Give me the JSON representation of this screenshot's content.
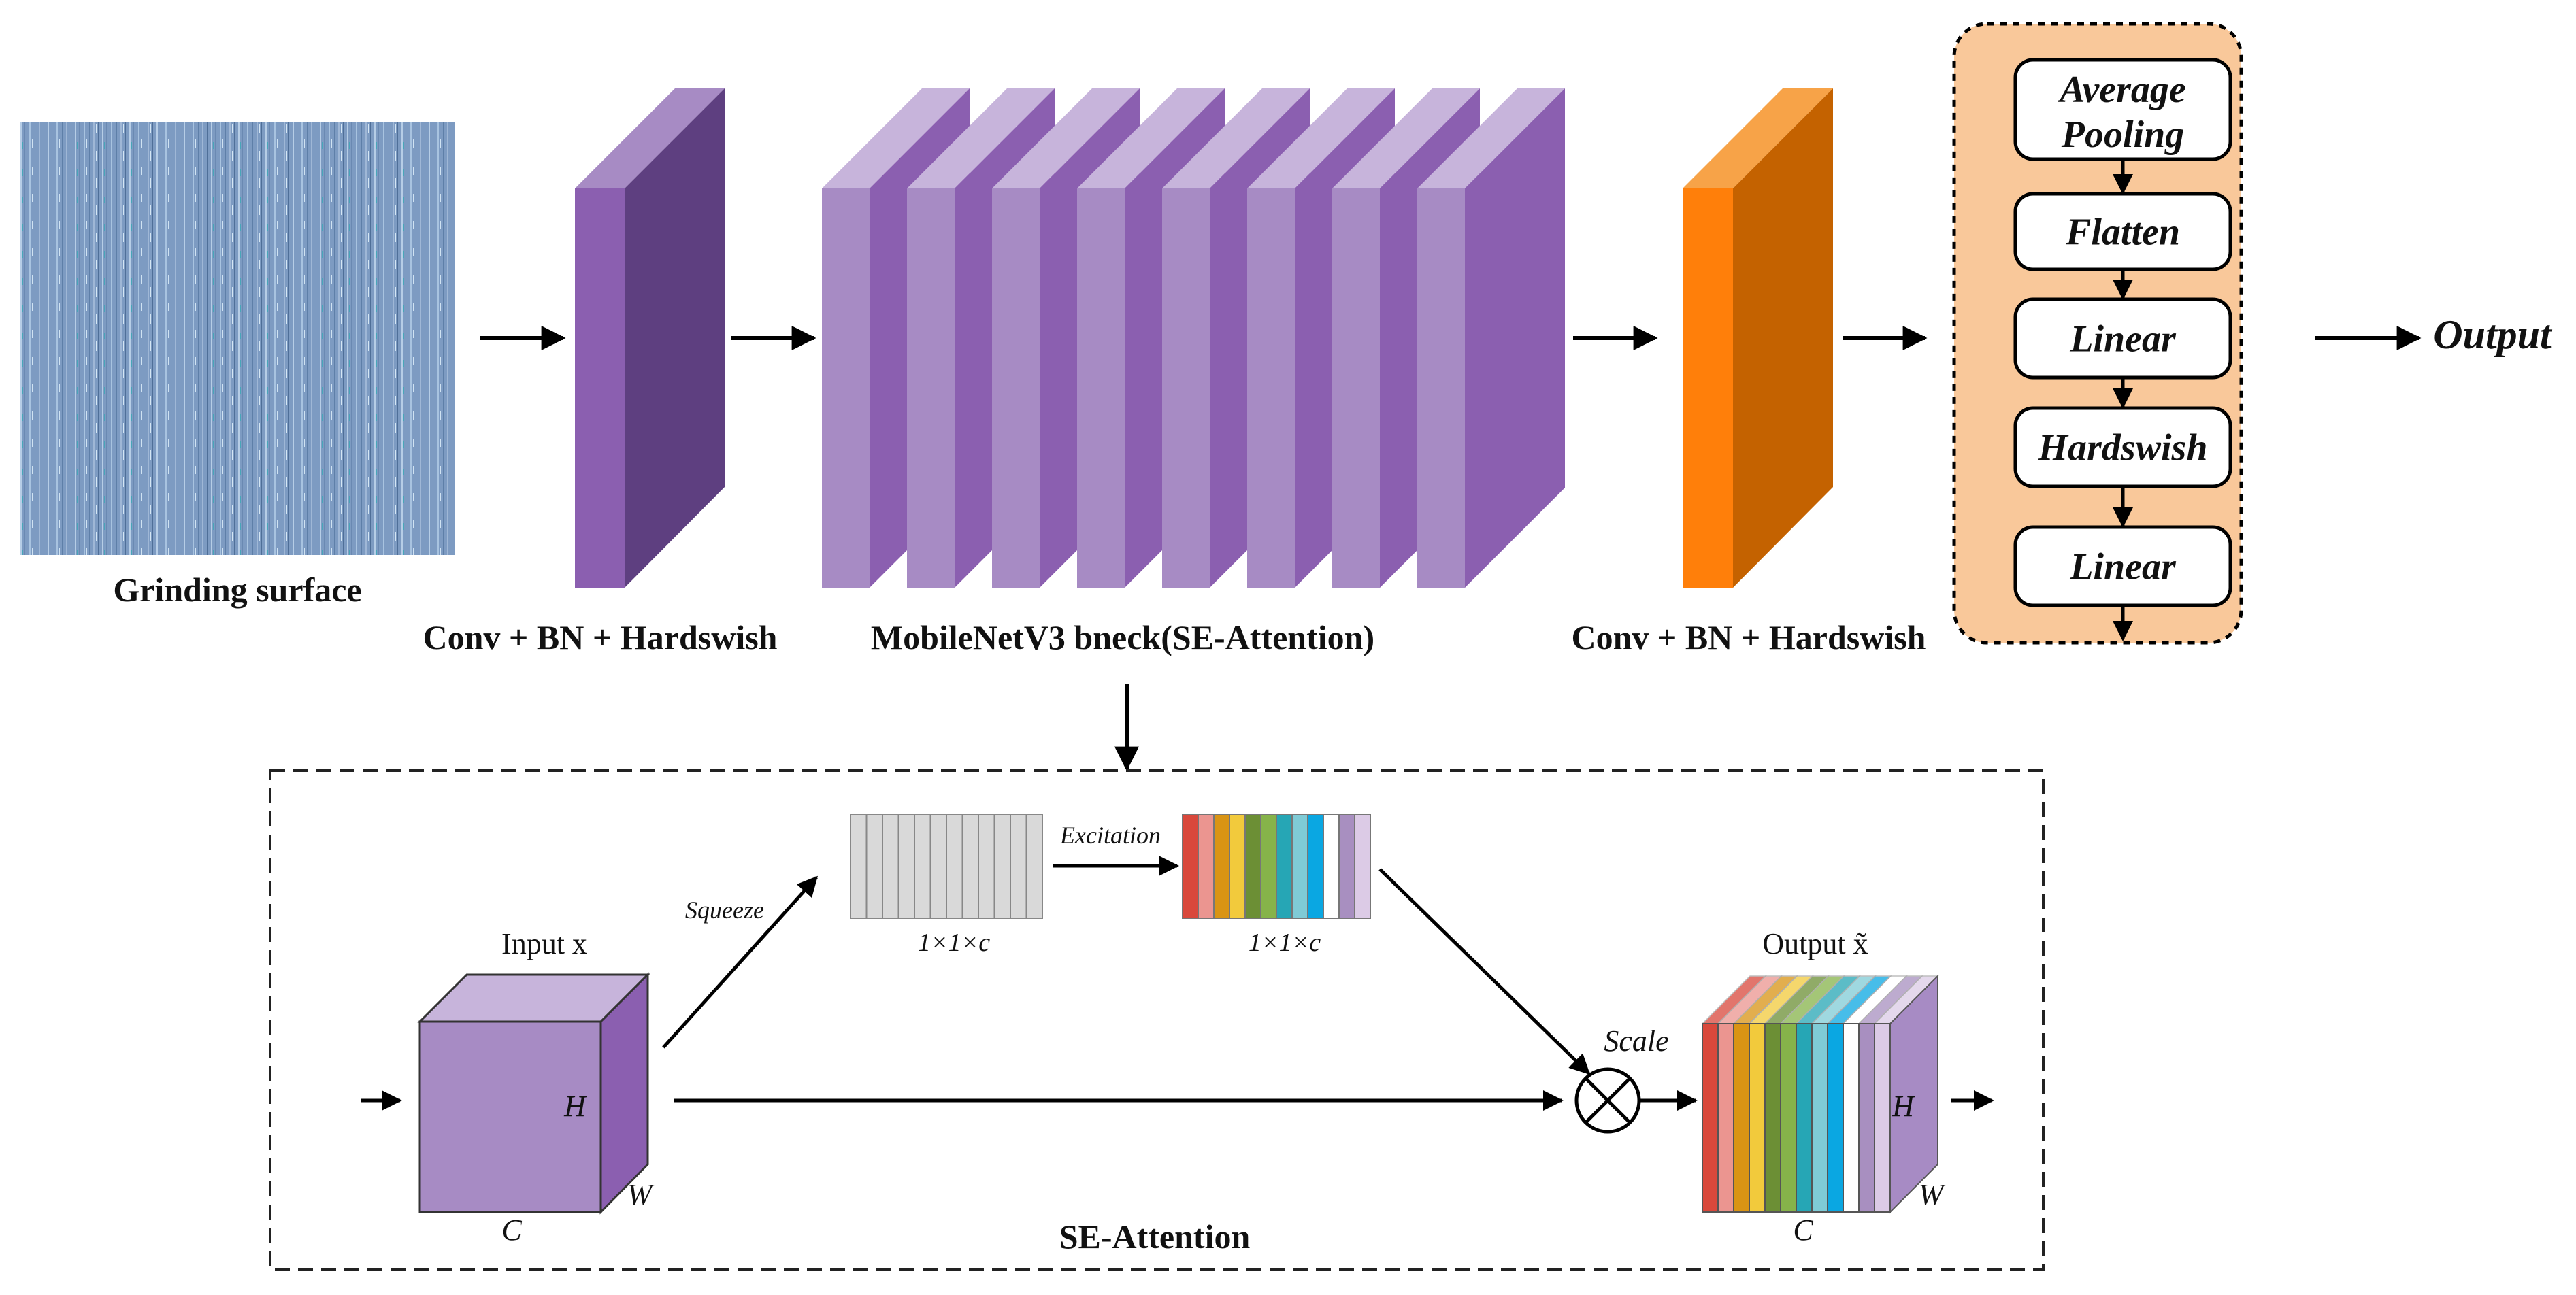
{
  "top": {
    "input_label": "Grinding surface",
    "stage1_label": "Conv + BN + Hardswish",
    "stage2_label": "MobileNetV3 bneck(SE-Attention)",
    "stage3_label": "Conv + BN + Hardswish",
    "output_label": "Output",
    "head_blocks": [
      "Average Pooling",
      "Flatten",
      "Linear",
      "Hardswish",
      "Linear"
    ]
  },
  "se": {
    "title": "SE-Attention",
    "input_label": "Input x",
    "output_label": "Output x̃",
    "squeeze_label": "Squeeze",
    "excitation_label": "Excitation",
    "scale_label": "Scale",
    "vec_label_1": "1×1×c",
    "vec_label_2": "1×1×c",
    "dim_h": "H",
    "dim_w": "W",
    "dim_c": "C",
    "dim_h2": "H",
    "dim_w2": "W",
    "dim_c2": "C"
  },
  "colors": {
    "purple_front": "#8b5fb0",
    "purple_side": "#5e3f80",
    "purple_light": "#a78bc4",
    "purple_top": "#c7b4db",
    "orange_front": "#ff7f0a",
    "orange_side": "#c46200",
    "orange_top": "#f7a348",
    "head_bg": "#f9c89a",
    "excitation_stripes": [
      "#d9483b",
      "#eb9590",
      "#d99414",
      "#f2ca3c",
      "#6c8f35",
      "#86b34a",
      "#26a6b5",
      "#7fcbd6",
      "#0aa7e2",
      "#ffffff",
      "#a88fc0",
      "#dccbe6"
    ]
  }
}
